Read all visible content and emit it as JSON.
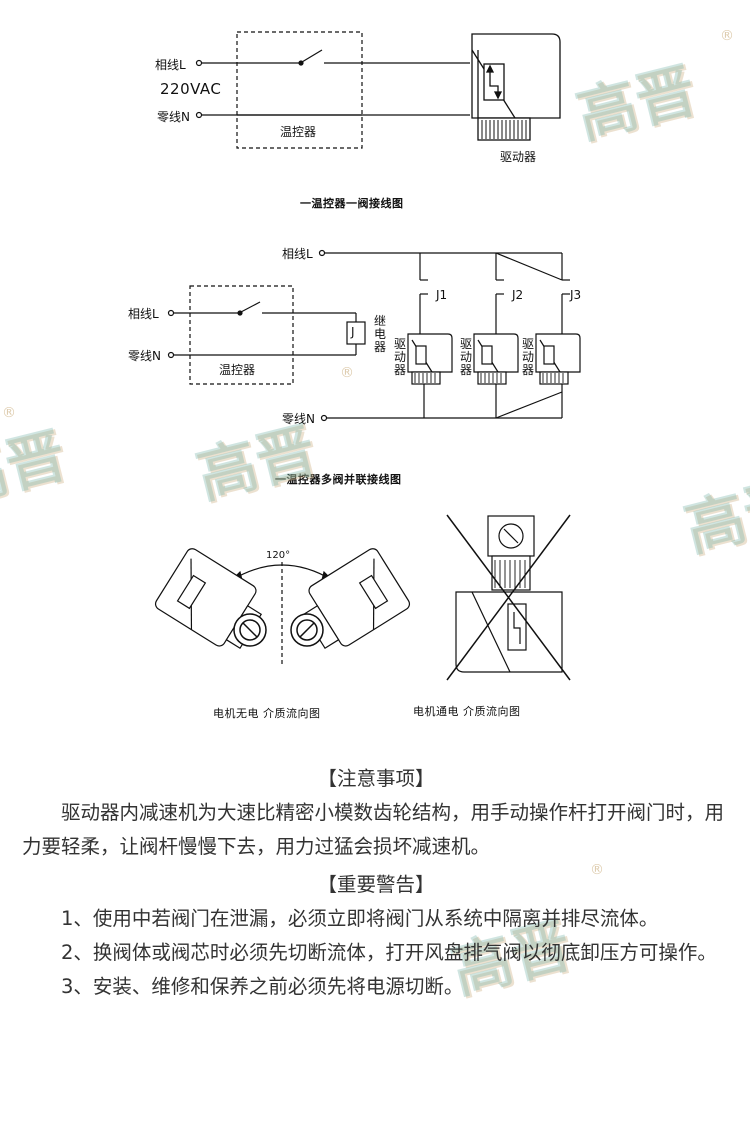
{
  "diagram1": {
    "phase": "相线L",
    "voltage": "220VAC",
    "neutral": "零线N",
    "thermostat": "温控器",
    "actuator": "驱动器",
    "caption": "一温控器一阀接线图"
  },
  "diagram2": {
    "phase_top": "相线L",
    "phase": "相线L",
    "neutral_left": "零线N",
    "neutral_bottom": "零线N",
    "thermostat": "温控器",
    "relay_symbol": "J",
    "relay": "继电器",
    "contacts": [
      "J1",
      "J2",
      "J3"
    ],
    "actuator": "驱动器",
    "caption": "一温控器多阀并联接线图"
  },
  "diagram3": {
    "angle": "120°",
    "caption_left": "电机无电  介质流向图",
    "caption_right": "电机通电  介质流向图"
  },
  "watermark": {
    "text": "高晋",
    "reg": "®"
  },
  "notes": {
    "attention_title": "【注意事项】",
    "attention_body": "驱动器内减速机为大速比精密小模数齿轮结构，用手动操作杆打开阀门时，用力要轻柔，让阀杆慢慢下去，用力过猛会损坏减速机。",
    "warning_title": "【重要警告】",
    "warnings": [
      "1、使用中若阀门在泄漏，必须立即将阀门从系统中隔离并排尽流体。",
      "2、换阀体或阀芯时必须先切断流体，打开风盘排气阀以彻底卸压方可操作。",
      "3、安装、维修和保养之前必须先将电源切断。"
    ]
  }
}
